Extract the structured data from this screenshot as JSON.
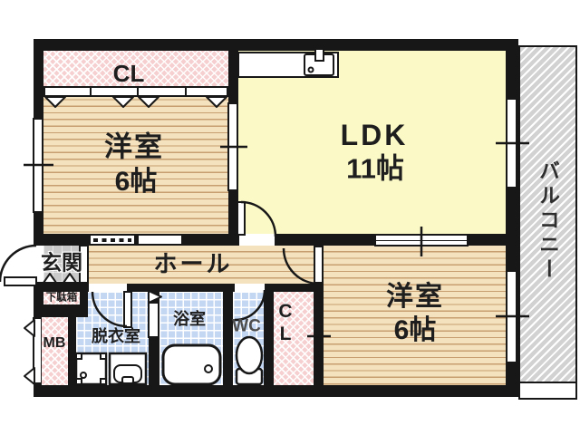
{
  "plan": {
    "closet_top": {
      "label": "CL"
    },
    "bedroom_top": {
      "label": "洋室",
      "size": "6帖"
    },
    "ldk": {
      "label": "LDK",
      "size": "11帖"
    },
    "balcony": {
      "label": "バルコニー"
    },
    "entrance": {
      "label": "玄関"
    },
    "shoe_cabinet": {
      "label": "下駄箱"
    },
    "hall": {
      "label": "ホール"
    },
    "meter_box": {
      "label": "MB"
    },
    "dressing_room": {
      "label": "脱衣室"
    },
    "bathroom": {
      "label": "浴室"
    },
    "toilet": {
      "label": "WC"
    },
    "closet_bottom": {
      "label": "CL"
    },
    "bedroom_bottom": {
      "label": "洋室",
      "size": "6帖"
    }
  },
  "palette": {
    "wall": "#171717",
    "wood_floor": "#f4e1bd",
    "wood_line": "#c69e6f",
    "ldk_floor": "#fbf9c5",
    "closet_pink": "#f6d0d0",
    "tile_blue": "#c3d6f2",
    "entrance_gray": "#c9c9c9",
    "balcony_gray": "#d2d2d2"
  }
}
